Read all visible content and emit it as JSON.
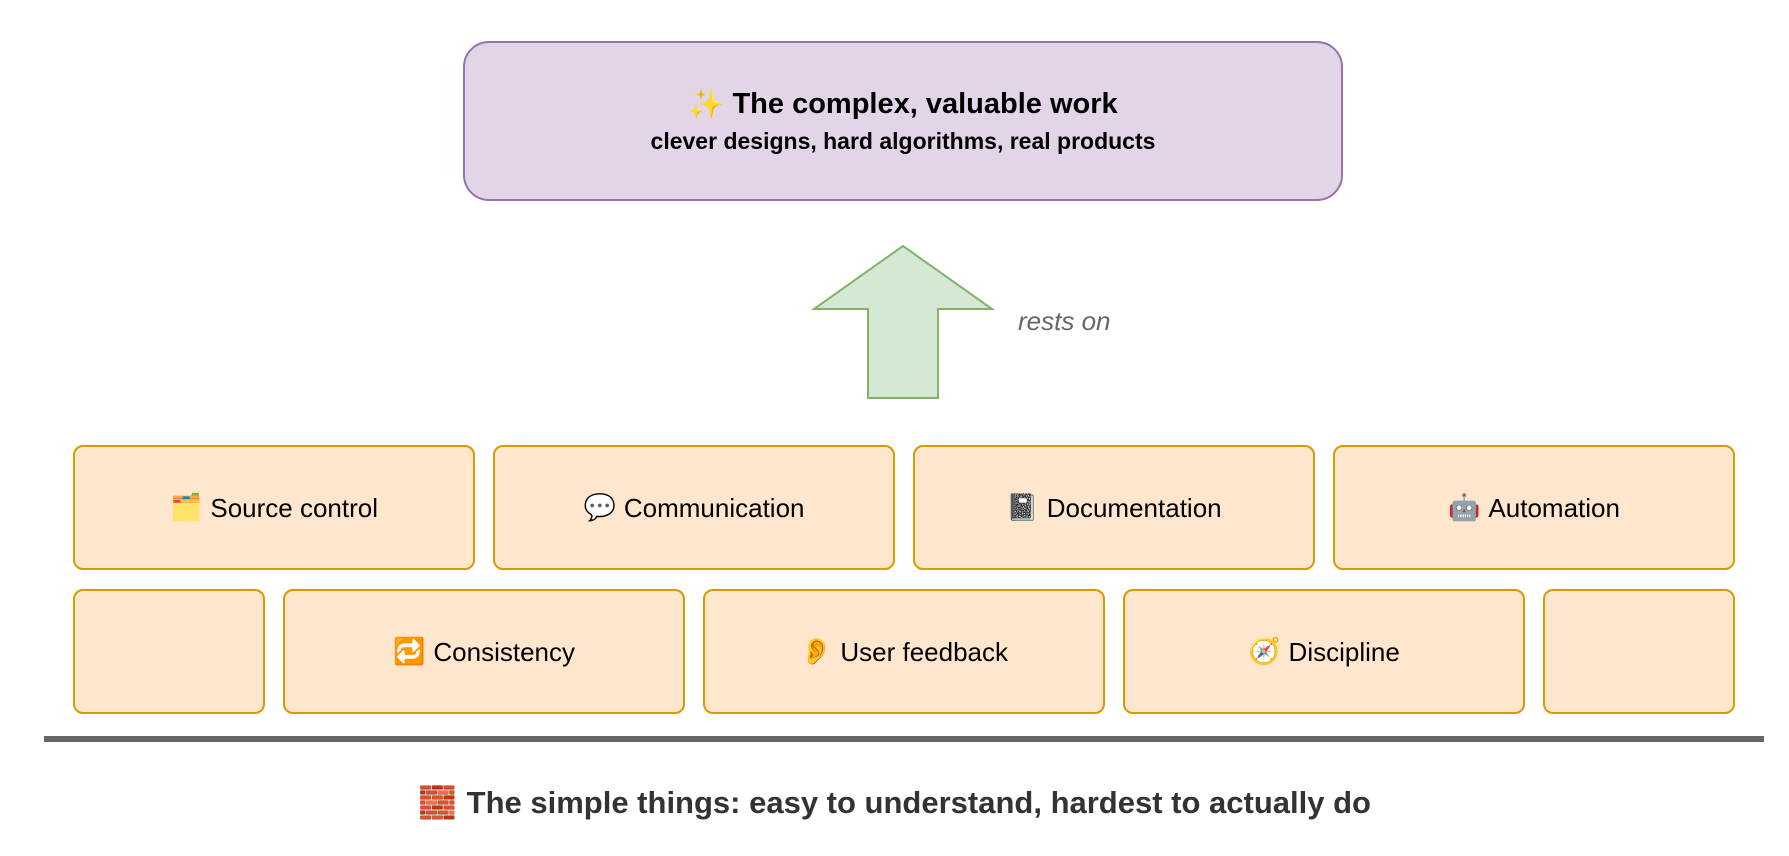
{
  "top_box": {
    "icon": "sparkles-icon",
    "icon_glyph": "✨",
    "title": "The complex, valuable work",
    "subtitle": "clever designs, hard algorithms, real products"
  },
  "arrow": {
    "label": "rests on"
  },
  "blocks": {
    "row1": [
      {
        "icon": "card-index-dividers-icon",
        "icon_glyph": "🗂️",
        "label": "Source control"
      },
      {
        "icon": "speech-balloon-icon",
        "icon_glyph": "💬",
        "label": "Communication"
      },
      {
        "icon": "notebook-icon",
        "icon_glyph": "📓",
        "label": "Documentation"
      },
      {
        "icon": "robot-icon",
        "icon_glyph": "🤖",
        "label": "Automation"
      }
    ],
    "row2": [
      {
        "icon": "repeat-icon",
        "icon_glyph": "🔁",
        "label": "Consistency"
      },
      {
        "icon": "ear-icon",
        "icon_glyph": "👂",
        "label": "User feedback"
      },
      {
        "icon": "compass-icon",
        "icon_glyph": "🧭",
        "label": "Discipline"
      }
    ]
  },
  "foundation": {
    "icon": "brick-icon",
    "icon_glyph": "🧱",
    "caption": "The simple things: easy to understand, hardest to actually do"
  },
  "colors": {
    "top_fill": "#e1d5e7",
    "top_stroke": "#9673a6",
    "arrow_fill": "#d5e8d4",
    "arrow_stroke": "#82b366",
    "block_fill": "#ffe6cc",
    "block_stroke": "#d79b00",
    "divider": "#666666"
  }
}
